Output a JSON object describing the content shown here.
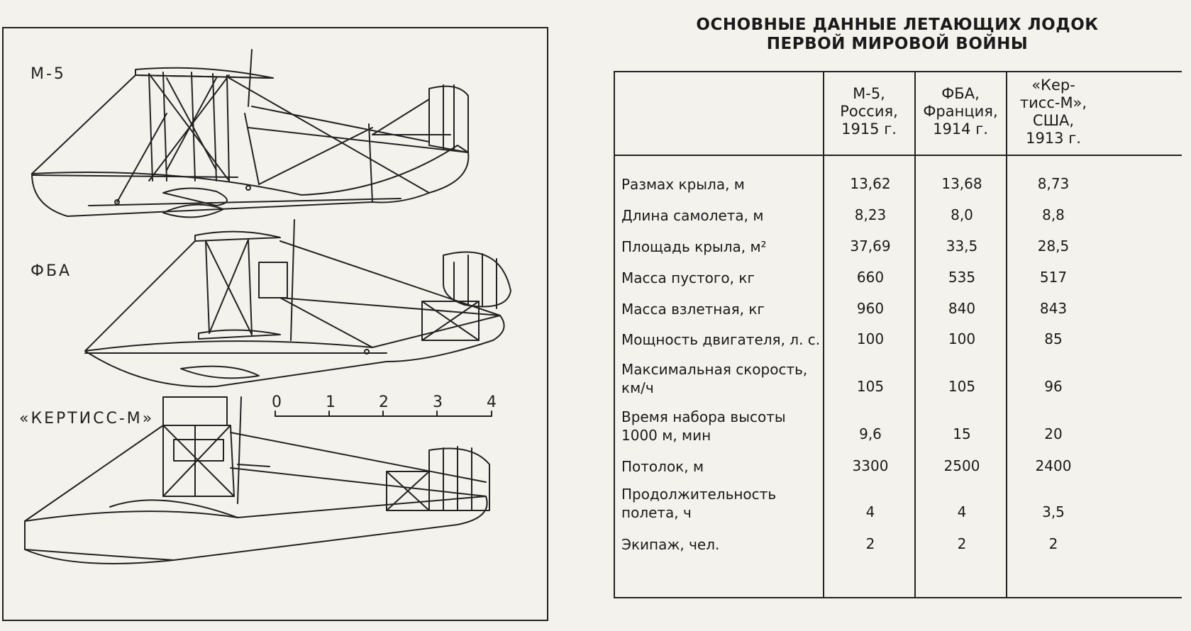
{
  "drawing": {
    "labels": [
      "М-5",
      "ФБА",
      "«КЕРТИСС-М»"
    ],
    "scale_ticks": [
      "0",
      "1",
      "2",
      "3",
      "4"
    ]
  },
  "table": {
    "title_line1": "ОСНОВНЫЕ ДАННЫЕ ЛЕТАЮЩИХ ЛОДОК",
    "title_line2": "ПЕРВОЙ МИРОВОЙ ВОЙНЫ",
    "columns": [
      [
        "М-5,",
        "Россия,",
        "1915 г."
      ],
      [
        "ФБА,",
        "Франция,",
        "1914 г."
      ],
      [
        "«Кер-",
        "тисс-М»,",
        "США,",
        "1913 г."
      ]
    ],
    "rows": [
      {
        "label": [
          "Размах крыла, м"
        ],
        "values": [
          "13,62",
          "13,68",
          "8,73"
        ]
      },
      {
        "label": [
          "Длина самолета, м"
        ],
        "values": [
          "8,23",
          "8,0",
          "8,8"
        ]
      },
      {
        "label": [
          "Площадь крыла, м²"
        ],
        "values": [
          "37,69",
          "33,5",
          "28,5"
        ]
      },
      {
        "label": [
          "Масса пустого, кг"
        ],
        "values": [
          "660",
          "535",
          "517"
        ]
      },
      {
        "label": [
          "Масса взлетная, кг"
        ],
        "values": [
          "960",
          "840",
          "843"
        ]
      },
      {
        "label": [
          "Мощность двигателя, л. с."
        ],
        "values": [
          "100",
          "100",
          "85"
        ]
      },
      {
        "label": [
          "Максимальная скорость,",
          "км/ч"
        ],
        "values": [
          "105",
          "105",
          "96"
        ]
      },
      {
        "label": [
          "Время набора высоты",
          "1000 м, мин"
        ],
        "values": [
          "9,6",
          "15",
          "20"
        ]
      },
      {
        "label": [
          "Потолок, м"
        ],
        "values": [
          "3300",
          "2500",
          "2400"
        ]
      },
      {
        "label": [
          "Продолжительность",
          "полета, ч"
        ],
        "values": [
          "4",
          "4",
          "3,5"
        ]
      },
      {
        "label": [
          "Экипаж, чел."
        ],
        "values": [
          "2",
          "2",
          "2"
        ]
      }
    ]
  }
}
